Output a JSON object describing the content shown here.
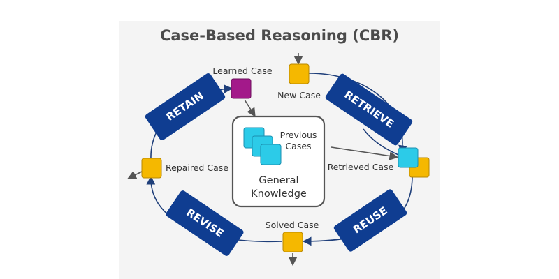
{
  "title": "Case-Based Reasoning (CBR)",
  "stages": {
    "retain": "RETAIN",
    "retrieve": "RETRIEVE",
    "reuse": "REUSE",
    "revise": "REVISE"
  },
  "labels": {
    "learned_case": "Learned Case",
    "new_case": "New Case",
    "retrieved_case": "Retrieved Case",
    "solved_case": "Solved Case",
    "repaired_case": "Repaired Case"
  },
  "center": {
    "previous_line1": "Previous",
    "previous_line2": "Cases",
    "general_line1": "General",
    "general_line2": "Knowledge"
  },
  "colors": {
    "stage_fill": "#0f3d91",
    "case_yellow": "#f5b800",
    "case_purple": "#a3198a",
    "case_cyan": "#2ccbe8",
    "cycle_line": "#1f3f7a",
    "arrow_gray": "#555555",
    "box_border": "#555555"
  }
}
